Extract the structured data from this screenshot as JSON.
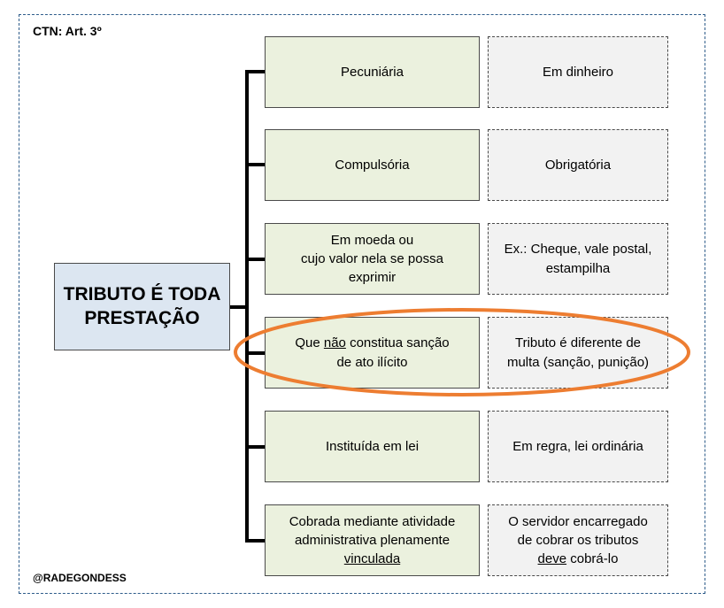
{
  "header": {
    "reference": "CTN: Art. 3º"
  },
  "footer": {
    "credit": "@RADEGONDESS"
  },
  "main": {
    "line1": "TRIBUTO É TODA",
    "line2": "PRESTAÇÃO"
  },
  "rows": [
    {
      "attribute": {
        "text": "Pecuniária"
      },
      "description": {
        "text": "Em dinheiro"
      }
    },
    {
      "attribute": {
        "text": "Compulsória"
      },
      "description": {
        "text": "Obrigatória"
      }
    },
    {
      "attribute": {
        "line1": "Em moeda ou",
        "line2": "cujo valor nela se possa",
        "line3": "exprimir"
      },
      "description": {
        "line1": "Ex.: Cheque, vale postal,",
        "line2": "estampilha"
      }
    },
    {
      "attribute": {
        "pre": "Que ",
        "underlined": "não",
        "post": " constitua sanção",
        "line2": "de ato ilícito"
      },
      "description": {
        "line1": "Tributo é diferente de",
        "line2": "multa (sanção, punição)"
      },
      "highlighted": true
    },
    {
      "attribute": {
        "text": "Instituída em lei"
      },
      "description": {
        "text": "Em regra, lei ordinária"
      }
    },
    {
      "attribute": {
        "line1": "Cobrada mediante atividade",
        "line2": "administrativa plenamente",
        "underlined": "vinculada"
      },
      "description": {
        "line1": "O servidor encarregado",
        "line2": "de cobrar os tributos",
        "underlined": "deve",
        "post": " cobrá-lo"
      }
    }
  ],
  "colors": {
    "main_fill": "#dce6f1",
    "attribute_fill": "#ebf1de",
    "description_fill": "#f2f2f2",
    "highlight_ellipse": "#ed7d31",
    "frame_border": "#2e5c8a"
  }
}
